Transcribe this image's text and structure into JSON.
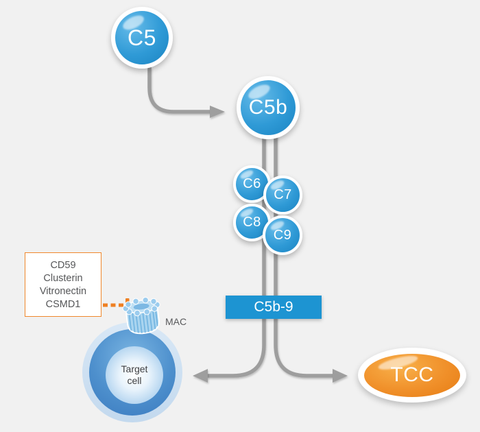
{
  "nodes": {
    "c5": {
      "label": "C5"
    },
    "c5b": {
      "label": "C5b"
    },
    "c6": {
      "label": "C6"
    },
    "c7": {
      "label": "C7"
    },
    "c8": {
      "label": "C8"
    },
    "c9": {
      "label": "C9"
    },
    "c5b9": {
      "label": "C5b-9"
    },
    "tcc": {
      "label": "TCC"
    }
  },
  "inhibitor_box": {
    "items": [
      "CD59",
      "Clusterin",
      "Vitronectin",
      "CSMD1"
    ]
  },
  "labels": {
    "mac": "MAC",
    "target_cell": [
      "Target",
      "cell"
    ]
  },
  "colors": {
    "complement_blue": "#2f9ad6",
    "box_blue": "#1d94d2",
    "accent_orange": "#f0872b",
    "tcc_orange": "#f0902a",
    "arrow_gray": "#9e9e9e",
    "membrane_blue": "#c3d9ee",
    "background": "#f1f1f1"
  }
}
